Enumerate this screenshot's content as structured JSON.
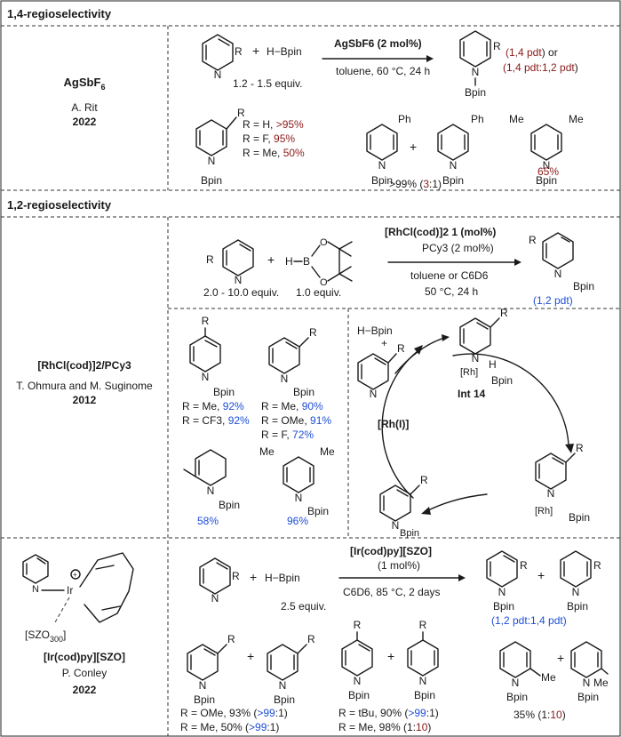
{
  "sections": {
    "s14": "1,4-regioselectivity",
    "s12": "1,2-regioselectivity"
  },
  "ag": {
    "catalyst": "AgSbF",
    "catalyst_sub": "6",
    "author": "A. Rit",
    "year": "2022",
    "reagent": "H−Bpin",
    "equiv": "1.2 - 1.5 equiv.",
    "arrow_top": "AgSbF6 (2 mol%)",
    "arrow_bottom": "toluene, 60 °C, 24 h",
    "product_a_red": "(1,4 pdt",
    "product_a_black": ") or",
    "product_b_red": "(1,4 pdt:1,2 pdt",
    "product_b_black": ")",
    "r_list": [
      {
        "label": "R = H, ",
        "value": ">95%"
      },
      {
        "label": "R = F, ",
        "value": "95%"
      },
      {
        "label": "R = Me, ",
        "value": "50%"
      }
    ],
    "ph_yield_black": ">99% (",
    "ph_yield_red": "3",
    "ph_yield_end": ":1)",
    "me_yield": "65%"
  },
  "rh": {
    "catalyst": "[RhCl(cod)]2/PCy3",
    "authors": "T. Ohmura and M. Suginome",
    "year": "2012",
    "arrow_top": "[RhCl(cod)]2 1 (mol%)",
    "arrow_top2": "PCy3 (2 mol%)",
    "arrow_bottom": "toluene or C6D6",
    "arrow_bottom2": "50 °C, 24 h",
    "equiv1": "2.0 - 10.0 equiv.",
    "equiv2": "1.0 equiv.",
    "pdt": "(1,2 pdt)",
    "y4_list": [
      {
        "label": "R = Me, ",
        "value": "92%"
      },
      {
        "label": "R = CF3, ",
        "value": "92%"
      }
    ],
    "y3_list": [
      {
        "label": "R = Me, ",
        "value": "90%"
      },
      {
        "label": "R = OMe, ",
        "value": "91%"
      },
      {
        "label": "R = F, ",
        "value": "72%"
      }
    ],
    "y_me": "58%",
    "y_dime": "96%",
    "cycle": {
      "hbpin": "H−Bpin",
      "plus": "+",
      "int": "Int 14",
      "rh1": "[Rh(I)]",
      "rh_lbl": "[Rh]",
      "h": "H",
      "bpin": "Bpin"
    }
  },
  "ir": {
    "name": "[Ir(cod)py][SZO]",
    "author": "P. Conley",
    "year": "2022",
    "szo": "[SZO300]",
    "arrow_top": "[Ir(cod)py][SZO]",
    "arrow_top2": "(1 mol%)",
    "arrow_bottom": "C6D6, 85 °C, 2 days",
    "reagent": "H−Bpin",
    "equiv": "2.5 equiv.",
    "pdt": "(1,2 pdt:1,4 pdt)",
    "y_ome": "R = OMe, 93% (",
    "y_ome_v": ">99",
    "y_ome_e": ":1)",
    "y_me": "R = Me, 50% (",
    "y_me_v": ">99",
    "y_me_e": ":1)",
    "y_tbu": "R = tBu, 90% (",
    "y_tbu_v": ">99",
    "y_tbu_e": ":1)",
    "y_me2": "R = Me, 98% (1:",
    "y_me2_v": "10",
    "y_me2_e": ")",
    "y_last": "35% (1:",
    "y_last_v": "10",
    "y_last_e": ")"
  }
}
